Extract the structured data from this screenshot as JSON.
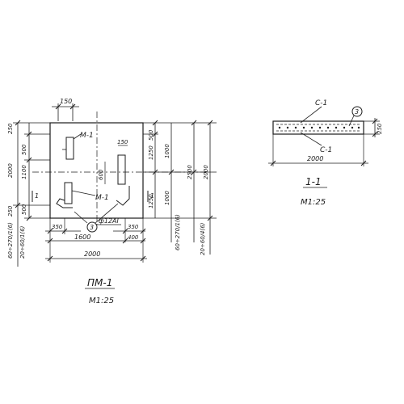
{
  "plan": {
    "title": "ПМ-1",
    "scale": "М1:25",
    "top_dim": "150",
    "left_dims": [
      "250",
      "500",
      "2000",
      "1100",
      "250",
      "500"
    ],
    "left_outer_dims": [
      "60÷270/1(6)",
      "20÷60/1(6)"
    ],
    "right_dims": [
      "500",
      "1250",
      "1000",
      "2500",
      "2000",
      "1250",
      "1000"
    ],
    "right_outer_dims": [
      "60÷270/1(6)",
      "20÷60/4(6)"
    ],
    "bottom_dims": [
      "350",
      "350",
      "1600",
      "400",
      "2000"
    ],
    "labels": {
      "m1_top": "М-1",
      "m1_mid": "М-1",
      "dim_150": "150",
      "dim_600": "600",
      "rebar": "ф12АI",
      "callout": "3"
    }
  },
  "section": {
    "title": "1-1",
    "scale": "М1:25",
    "label_c1_top": "С-1",
    "label_c1_bottom": "С-1",
    "callout": "3",
    "right_dim": "250",
    "bottom_dim": "2000"
  }
}
